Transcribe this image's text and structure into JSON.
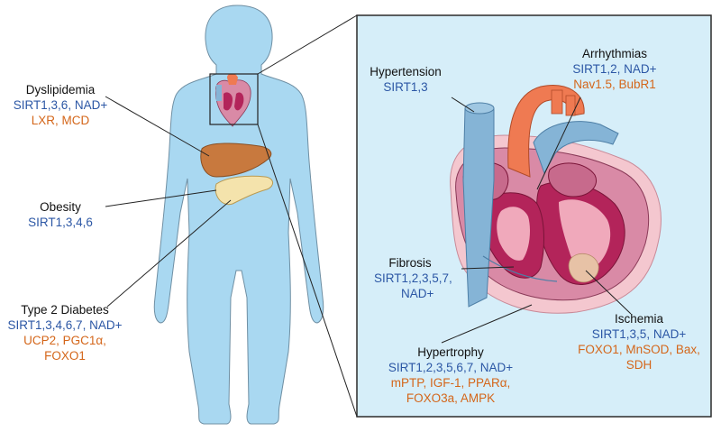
{
  "colors": {
    "body": "#a9d8f1",
    "panel_bg": "#d6eef9",
    "panel_border": "#2b2b2b",
    "title_text": "#111111",
    "sirt_text": "#2c57a5",
    "target_text": "#d4661a",
    "liver": "#c8793e",
    "pancreas": "#f4e3ac",
    "heart_wall": "#d98aa6",
    "heart_muscle": "#b3245a",
    "aorta": "#ef7a52",
    "vein": "#85b4d6"
  },
  "icons": [
    "human-body",
    "liver",
    "pancreas",
    "heart-cross-section"
  ],
  "conditions": [
    {
      "id": "dyslipidemia",
      "title": "Dyslipidemia",
      "sirt": "SIRT1,3,6, NAD+",
      "targets": [
        "LXR, MCD"
      ]
    },
    {
      "id": "obesity",
      "title": "Obesity",
      "sirt": "SIRT1,3,4,6",
      "targets": []
    },
    {
      "id": "type2-diabetes",
      "title": "Type 2 Diabetes",
      "sirt": "SIRT1,3,4,6,7, NAD+",
      "targets": [
        "UCP2, PGC1α,",
        "FOXO1"
      ]
    },
    {
      "id": "hypertension",
      "title": "Hypertension",
      "sirt": "SIRT1,3",
      "targets": []
    },
    {
      "id": "arrhythmias",
      "title": "Arrhythmias",
      "sirt": "SIRT1,2, NAD+",
      "targets": [
        "Nav1.5, BubR1"
      ]
    },
    {
      "id": "fibrosis",
      "title": "Fibrosis",
      "sirt": "SIRT1,2,3,5,7,",
      "sirt2": "NAD+",
      "targets": []
    },
    {
      "id": "ischemia",
      "title": "Ischemia",
      "sirt": "SIRT1,3,5, NAD+",
      "targets": [
        "FOXO1, MnSOD, Bax,",
        "SDH"
      ]
    },
    {
      "id": "hypertrophy",
      "title": "Hypertrophy",
      "sirt": "SIRT1,2,3,5,6,7, NAD+",
      "targets": [
        "mPTP, IGF-1, PPARα,",
        "FOXO3a, AMPK"
      ]
    }
  ]
}
